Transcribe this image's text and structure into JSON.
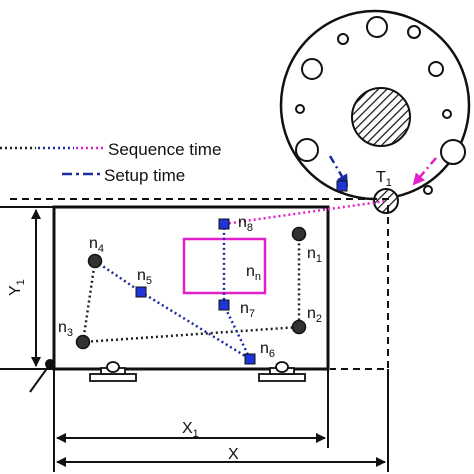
{
  "legend": {
    "sequence_time": "Sequence time",
    "setup_time": "Setup time"
  },
  "nodes": {
    "n1": {
      "base": "n",
      "sub": "1"
    },
    "n2": {
      "base": "n",
      "sub": "2"
    },
    "n3": {
      "base": "n",
      "sub": "3"
    },
    "n4": {
      "base": "n",
      "sub": "4"
    },
    "n5": {
      "base": "n",
      "sub": "5"
    },
    "n6": {
      "base": "n",
      "sub": "6"
    },
    "n7": {
      "base": "n",
      "sub": "7"
    },
    "n8": {
      "base": "n",
      "sub": "8"
    },
    "nn": {
      "base": "n",
      "sub": "n"
    }
  },
  "tool": {
    "base": "T",
    "sub": "1"
  },
  "dims": {
    "x1": {
      "base": "X",
      "sub": "1"
    },
    "x": {
      "base": "X"
    },
    "y1": {
      "base": "Y",
      "sub": "1"
    }
  },
  "colors": {
    "sequence": "#e020c8",
    "setup": "#1a2aa0",
    "path": "#222222",
    "path_blue": "#1a2aa0",
    "marker_fill": "#1f35d8",
    "hole_fill": "#333333"
  }
}
